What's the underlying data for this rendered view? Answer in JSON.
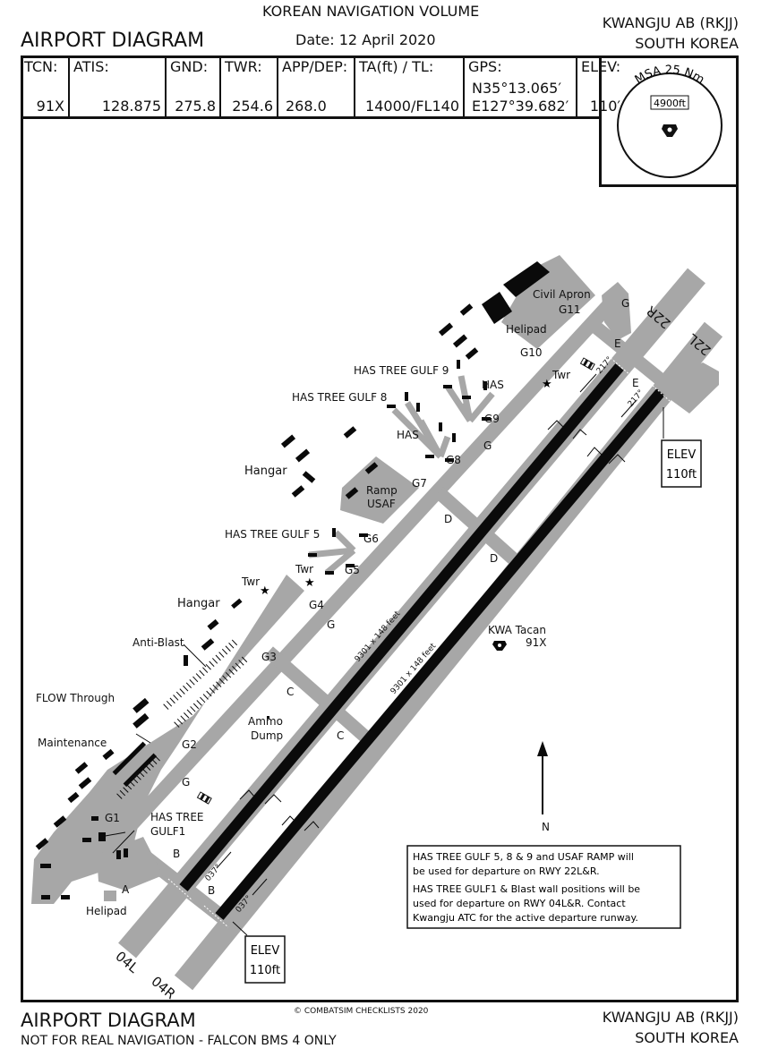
{
  "header": {
    "volume": "KOREAN NAVIGATION VOLUME",
    "title": "AIRPORT DIAGRAM",
    "date": "Date: 12 April 2020",
    "airport": "KWANGJU AB (RKJJ)",
    "country": "SOUTH KOREA"
  },
  "info": {
    "tcn_label": "TCN:",
    "tcn": "91X",
    "atis_label": "ATIS:",
    "atis": "128.875",
    "gnd_label": "GND:",
    "gnd": "275.8",
    "twr_label": "TWR:",
    "twr": "254.6",
    "app_label": "APP/DEP:",
    "app": "268.0",
    "ta_label": "TA(ft) / TL:",
    "ta": "14000/FL140",
    "gps_label": "GPS:",
    "gps_n": "N35°13.065′",
    "gps_e": "E127°39.682′",
    "elev_label": "ELEV:",
    "elev": "110′"
  },
  "msa": {
    "title": "MSA 25 Nm",
    "alt": "4900ft"
  },
  "diagram": {
    "civil_apron": "Civil Apron",
    "helipad_n": "Helipad",
    "helipad_s": "Helipad",
    "has_tree_9": "HAS TREE GULF 9",
    "has_tree_8": "HAS TREE GULF 8",
    "has_tree_5": "HAS TREE GULF 5",
    "has_tree_1a": "HAS TREE",
    "has_tree_1b": "GULF1",
    "has_a": "HAS",
    "has_b": "HAS",
    "hangar_a": "Hangar",
    "hangar_b": "Hangar",
    "ramp_a": "Ramp",
    "ramp_b": "USAF",
    "twr_a": "Twr",
    "twr_b": "Twr",
    "twr_c": "Twr",
    "anti_blast": "Anti-Blast",
    "flow_through": "FLOW Through",
    "maintenance": "Maintenance",
    "ammo_a": "Ammo",
    "ammo_b": "Dump",
    "tacan_a": "KWA Tacan",
    "tacan_b": "91X",
    "rwy_dims_a": "9301 x 148 feet",
    "rwy_dims_b": "9301 x 148 feet",
    "rwy_04l": "04L",
    "rwy_04r": "04R",
    "rwy_22r": "22R",
    "rwy_22l": "22L",
    "hdg_217a": "217°",
    "hdg_217b": "217°",
    "hdg_037a": "037°",
    "hdg_037b": "037°",
    "elev_ne_a": "ELEV",
    "elev_ne_b": "110ft",
    "elev_sw_a": "ELEV",
    "elev_sw_b": "110ft",
    "north": "N",
    "taxiways": {
      "g": "G",
      "g1": "G1",
      "g2": "G2",
      "g3": "G3",
      "g4": "G4",
      "g5": "G5",
      "g6": "G6",
      "g7": "G7",
      "g8": "G8",
      "g9": "G9",
      "g10": "G10",
      "g11": "G11",
      "a": "A",
      "b": "B",
      "c": "C",
      "d": "D",
      "e": "E"
    }
  },
  "notes": [
    "HAS TREE GULF 5, 8 & 9 and USAF RAMP will",
    "be used for departure on RWY 22L&R.",
    "HAS TREE GULF1 & Blast wall positions will be",
    "used for departure on RWY 04L&R.  Contact",
    "Kwangju ATC for the active departure runway."
  ],
  "footer": {
    "title": "AIRPORT DIAGRAM",
    "disclaimer": "NOT FOR REAL NAVIGATION - FALCON BMS 4 ONLY",
    "copyright": "© COMBATSIM CHECKLISTS 2020",
    "airport": "KWANGJU AB (RKJJ)",
    "country": "SOUTH KOREA"
  }
}
